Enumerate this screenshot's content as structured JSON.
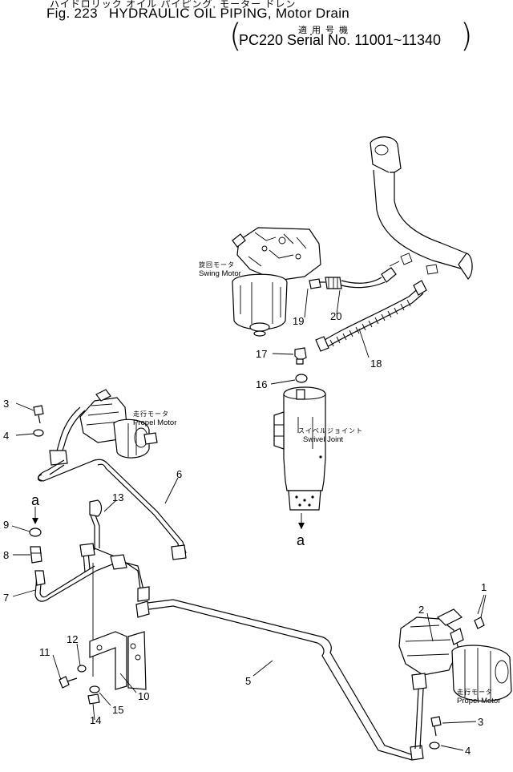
{
  "header": {
    "title_jp": "ハイドロリック オイル パイピング, モーター ドレン",
    "fig_number": "Fig. 223",
    "title": "HYDRAULIC OIL PIPING, Motor Drain",
    "applicable_jp": "適用号機",
    "serial_note": "PC220 Serial No. 11001~11340"
  },
  "components": {
    "swing_motor": {
      "label_jp": "旋回モータ",
      "label_en": "Swing Motor"
    },
    "propel_motor_left": {
      "label_jp": "走行モータ",
      "label_en": "Propel Motor"
    },
    "propel_motor_right": {
      "label_jp": "走行モータ",
      "label_en": "Propel Motor"
    },
    "swivel_joint": {
      "label_jp": "スイベルジョイント",
      "label_en": "Swivel Joint"
    }
  },
  "connection_marks": {
    "upper": "a",
    "lower": "a"
  },
  "callouts": {
    "c1": "1",
    "c2": "2",
    "c3_left": "3",
    "c3_right": "3",
    "c4_left": "4",
    "c4_right": "4",
    "c5": "5",
    "c6": "6",
    "c7": "7",
    "c8": "8",
    "c9": "9",
    "c10": "10",
    "c11": "11",
    "c12": "12",
    "c13": "13",
    "c14": "14",
    "c15": "15",
    "c16": "16",
    "c17": "17",
    "c18": "18",
    "c19": "19",
    "c20": "20"
  }
}
